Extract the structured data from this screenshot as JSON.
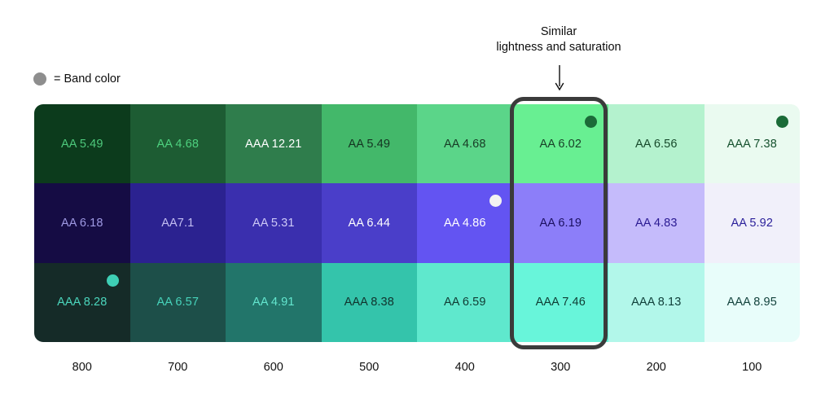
{
  "annotation": {
    "line1": "Similar",
    "line2": "lightness and saturation",
    "arrow_icon": "arrow-down-icon"
  },
  "legend": {
    "dot_color": "#8e8e8e",
    "dot_icon": "band-color-dot-icon",
    "label": "= Band color"
  },
  "highlight": {
    "column": "300",
    "border_color": "#3b3b3b"
  },
  "axis": {
    "ticks": [
      "800",
      "700",
      "600",
      "500",
      "400",
      "300",
      "200",
      "100"
    ]
  },
  "chart_data": {
    "type": "heatmap",
    "title": "",
    "xlabel": "",
    "ylabel": "",
    "grid": false,
    "legend_position": "top-left",
    "columns": [
      "800",
      "700",
      "600",
      "500",
      "400",
      "300",
      "200",
      "100"
    ],
    "rows": [
      "green",
      "purple",
      "teal"
    ],
    "highlighted_column": "300",
    "annotations": [
      {
        "text": "Similar lightness and saturation",
        "target_column": "300",
        "arrow": "down"
      },
      {
        "text": "= Band color",
        "marker_color": "#8e8e8e"
      }
    ],
    "cells": [
      [
        {
          "label": "AA 5.49",
          "rating": "AA",
          "ratio": 5.49,
          "bg": "#0c3b1c",
          "fg": "#4ec97c",
          "band_dot": false
        },
        {
          "label": "AA 4.68",
          "rating": "AA",
          "ratio": 4.68,
          "bg": "#1d5c33",
          "fg": "#4ed17f",
          "band_dot": false
        },
        {
          "label": "AAA 12.21",
          "rating": "AAA",
          "ratio": 12.21,
          "bg": "#2f7d4c",
          "fg": "#ffffff",
          "band_dot": false
        },
        {
          "label": "AA 5.49",
          "rating": "AA",
          "ratio": 5.49,
          "bg": "#43b86a",
          "fg": "#143321",
          "band_dot": false
        },
        {
          "label": "AA 4.68",
          "rating": "AA",
          "ratio": 4.68,
          "bg": "#5bd589",
          "fg": "#173b25",
          "band_dot": false
        },
        {
          "label": "AA 6.02",
          "rating": "AA",
          "ratio": 6.02,
          "bg": "#68ef92",
          "fg": "#183f27",
          "band_dot": true,
          "band_dot_color": "#1b6b38"
        },
        {
          "label": "AA 6.56",
          "rating": "AA",
          "ratio": 6.56,
          "bg": "#b4f2ce",
          "fg": "#17492b",
          "band_dot": false
        },
        {
          "label": "AAA 7.38",
          "rating": "AAA",
          "ratio": 7.38,
          "bg": "#eafaf0",
          "fg": "#14502d",
          "band_dot": true,
          "band_dot_color": "#1b6b38"
        }
      ],
      [
        {
          "label": "AA 6.18",
          "rating": "AA",
          "ratio": 6.18,
          "bg": "#150c44",
          "fg": "#9f9ae4",
          "band_dot": false
        },
        {
          "label": "AA7.1",
          "rating": "AA",
          "ratio": 7.1,
          "bg": "#2b2290",
          "fg": "#c2bdf2",
          "band_dot": false
        },
        {
          "label": "AA 5.31",
          "rating": "AA",
          "ratio": 5.31,
          "bg": "#3a2fae",
          "fg": "#cdc9f7",
          "band_dot": false
        },
        {
          "label": "AA 6.44",
          "rating": "AA",
          "ratio": 6.44,
          "bg": "#4a3ec9",
          "fg": "#ffffff",
          "band_dot": false
        },
        {
          "label": "AA 4.86",
          "rating": "AA",
          "ratio": 4.86,
          "bg": "#6354f2",
          "fg": "#ffffff",
          "band_dot": true,
          "band_dot_color": "#f2f2f2"
        },
        {
          "label": "AA 6.19",
          "rating": "AA",
          "ratio": 6.19,
          "bg": "#8c7ef9",
          "fg": "#1b1060",
          "band_dot": false
        },
        {
          "label": "AA 4.83",
          "rating": "AA",
          "ratio": 4.83,
          "bg": "#c5bbfb",
          "fg": "#2a1a92",
          "band_dot": false
        },
        {
          "label": "AA 5.92",
          "rating": "AA",
          "ratio": 5.92,
          "bg": "#f1f0fa",
          "fg": "#2a1f9a",
          "band_dot": false
        }
      ],
      [
        {
          "label": "AAA 8.28",
          "rating": "AAA",
          "ratio": 8.28,
          "bg": "#152b28",
          "fg": "#4bd6bd",
          "band_dot": true,
          "band_dot_color": "#3ecfb5"
        },
        {
          "label": "AA 6.57",
          "rating": "AA",
          "ratio": 6.57,
          "bg": "#1d4f49",
          "fg": "#47d3bb",
          "band_dot": false
        },
        {
          "label": "AA 4.91",
          "rating": "AA",
          "ratio": 4.91,
          "bg": "#22756a",
          "fg": "#64e6cf",
          "band_dot": false
        },
        {
          "label": "AAA 8.38",
          "rating": "AAA",
          "ratio": 8.38,
          "bg": "#34c4ab",
          "fg": "#10322c",
          "band_dot": false
        },
        {
          "label": "AA 6.59",
          "rating": "AA",
          "ratio": 6.59,
          "bg": "#5fe8cd",
          "fg": "#103a32",
          "band_dot": false
        },
        {
          "label": "AAA 7.46",
          "rating": "AAA",
          "ratio": 7.46,
          "bg": "#68f5da",
          "fg": "#0f3c33",
          "band_dot": false
        },
        {
          "label": "AAA 8.13",
          "rating": "AAA",
          "ratio": 8.13,
          "bg": "#b2f7ea",
          "fg": "#10403a",
          "band_dot": false
        },
        {
          "label": "AAA 8.95",
          "rating": "AAA",
          "ratio": 8.95,
          "bg": "#e8fdfa",
          "fg": "#12423c",
          "band_dot": false
        }
      ]
    ]
  }
}
